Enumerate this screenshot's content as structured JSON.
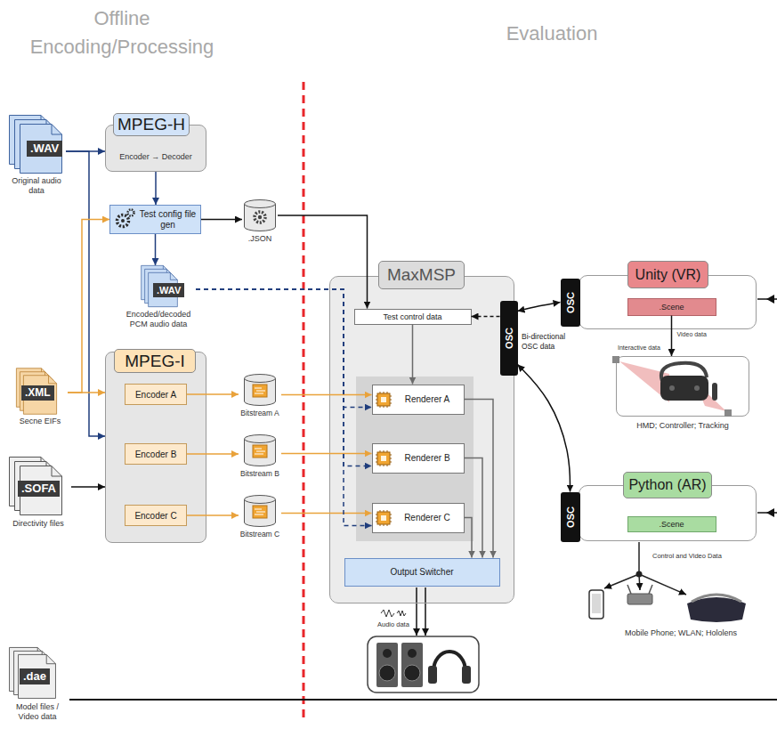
{
  "diagram": {
    "nodes": [
      {
        "text": [
          ".WAV",
          "Original audio data"
        ]
      },
      {
        "text": [
          "MPEG-H",
          "Encoder → Decoder"
        ]
      },
      {
        "text": [
          "Test config file gen"
        ]
      },
      {
        "text": [
          ".JSON"
        ]
      },
      {
        "text": [
          ".WAV",
          "Encoded/decoded PCM audio data"
        ]
      },
      {
        "text": [
          "MPEG-I"
        ]
      },
      {
        "text": [
          "Encoder A"
        ],
        "in": 5
      },
      {
        "text": [
          "Encoder B"
        ],
        "in": 5
      },
      {
        "text": [
          "Encoder C"
        ],
        "in": 5
      },
      {
        "text": [
          ".XML",
          "Secne EIFs"
        ]
      },
      {
        "text": [
          ".SOFA",
          "Directivity files"
        ]
      },
      {
        "text": [
          "Bitstream A"
        ]
      },
      {
        "text": [
          "Bitstream B"
        ]
      },
      {
        "text": [
          "Bitstream C"
        ]
      },
      {
        "text": [
          "MaxMSP"
        ]
      },
      {
        "text": [
          "Test control data"
        ],
        "in": 14
      },
      {
        "text": [
          "Renderer A"
        ],
        "in": 14
      },
      {
        "text": [
          "Renderer B"
        ],
        "in": 14
      },
      {
        "text": [
          "Renderer C"
        ],
        "in": 14
      },
      {
        "text": [
          "Output Switcher"
        ],
        "in": 14
      },
      {
        "text": [
          "OSC"
        ],
        "in": 14
      },
      {
        "text": [
          "Unity (VR)"
        ]
      },
      {
        "text": [
          "OSC"
        ],
        "in": 21
      },
      {
        "text": [
          ".Scene"
        ],
        "in": 21
      },
      {
        "text": [
          "HMD; Controller; Tracking"
        ]
      },
      {
        "text": [
          "Python (AR)"
        ]
      },
      {
        "text": [
          "OSC"
        ],
        "in": 25
      },
      {
        "text": [
          ".Scene"
        ],
        "in": 25
      },
      {
        "text": [
          ".dae",
          "Model files / Video data"
        ]
      }
    ],
    "edges": [
      {
        "from": 0,
        "to": 1,
        "arrow": "to"
      },
      {
        "from": 0,
        "to": 5,
        "arrow": "to"
      },
      {
        "from": 1,
        "to": 2,
        "arrow": "to"
      },
      {
        "from": 2,
        "to": 3,
        "arrow": "to"
      },
      {
        "from": 2,
        "to": 4,
        "arrow": "to"
      },
      {
        "from": 9,
        "to": 2,
        "arrow": "to"
      },
      {
        "from": 9,
        "to": 5,
        "arrow": "to"
      },
      {
        "from": 10,
        "to": 5,
        "arrow": "to"
      },
      {
        "from": 6,
        "to": 11,
        "arrow": "to"
      },
      {
        "from": 7,
        "to": 12,
        "arrow": "to"
      },
      {
        "from": 8,
        "to": 13,
        "arrow": "to"
      },
      {
        "from": 11,
        "to": 16,
        "arrow": "to"
      },
      {
        "from": 12,
        "to": 17,
        "arrow": "to"
      },
      {
        "from": 13,
        "to": 18,
        "arrow": "to"
      },
      {
        "from": 4,
        "to": 16,
        "arrow": "to"
      },
      {
        "from": 4,
        "to": 17,
        "arrow": "to"
      },
      {
        "from": 4,
        "to": 18,
        "arrow": "to"
      },
      {
        "from": 3,
        "to": 15,
        "arrow": "to"
      },
      {
        "from": 20,
        "to": 15,
        "arrow": "to"
      },
      {
        "from": 15,
        "to": 16,
        "arrow": "to"
      },
      {
        "from": 16,
        "to": 19,
        "arrow": "to"
      },
      {
        "from": 17,
        "to": 19,
        "arrow": "to"
      },
      {
        "from": 18,
        "to": 19,
        "arrow": "to"
      },
      {
        "from": 20,
        "to": 22,
        "arrow": "both"
      },
      {
        "from": 20,
        "to": 26,
        "arrow": "both"
      },
      {
        "from": 23,
        "to": 24,
        "label": "Video data",
        "arrow": "to"
      }
    ],
    "labels": [
      "Offline Encoding/Processing",
      "Evaluation",
      "Bi-directional OSC data",
      "Interactive data",
      "Audio data",
      "Control and Video Data",
      "Mobile Phone; WLAN; Hololens"
    ]
  }
}
